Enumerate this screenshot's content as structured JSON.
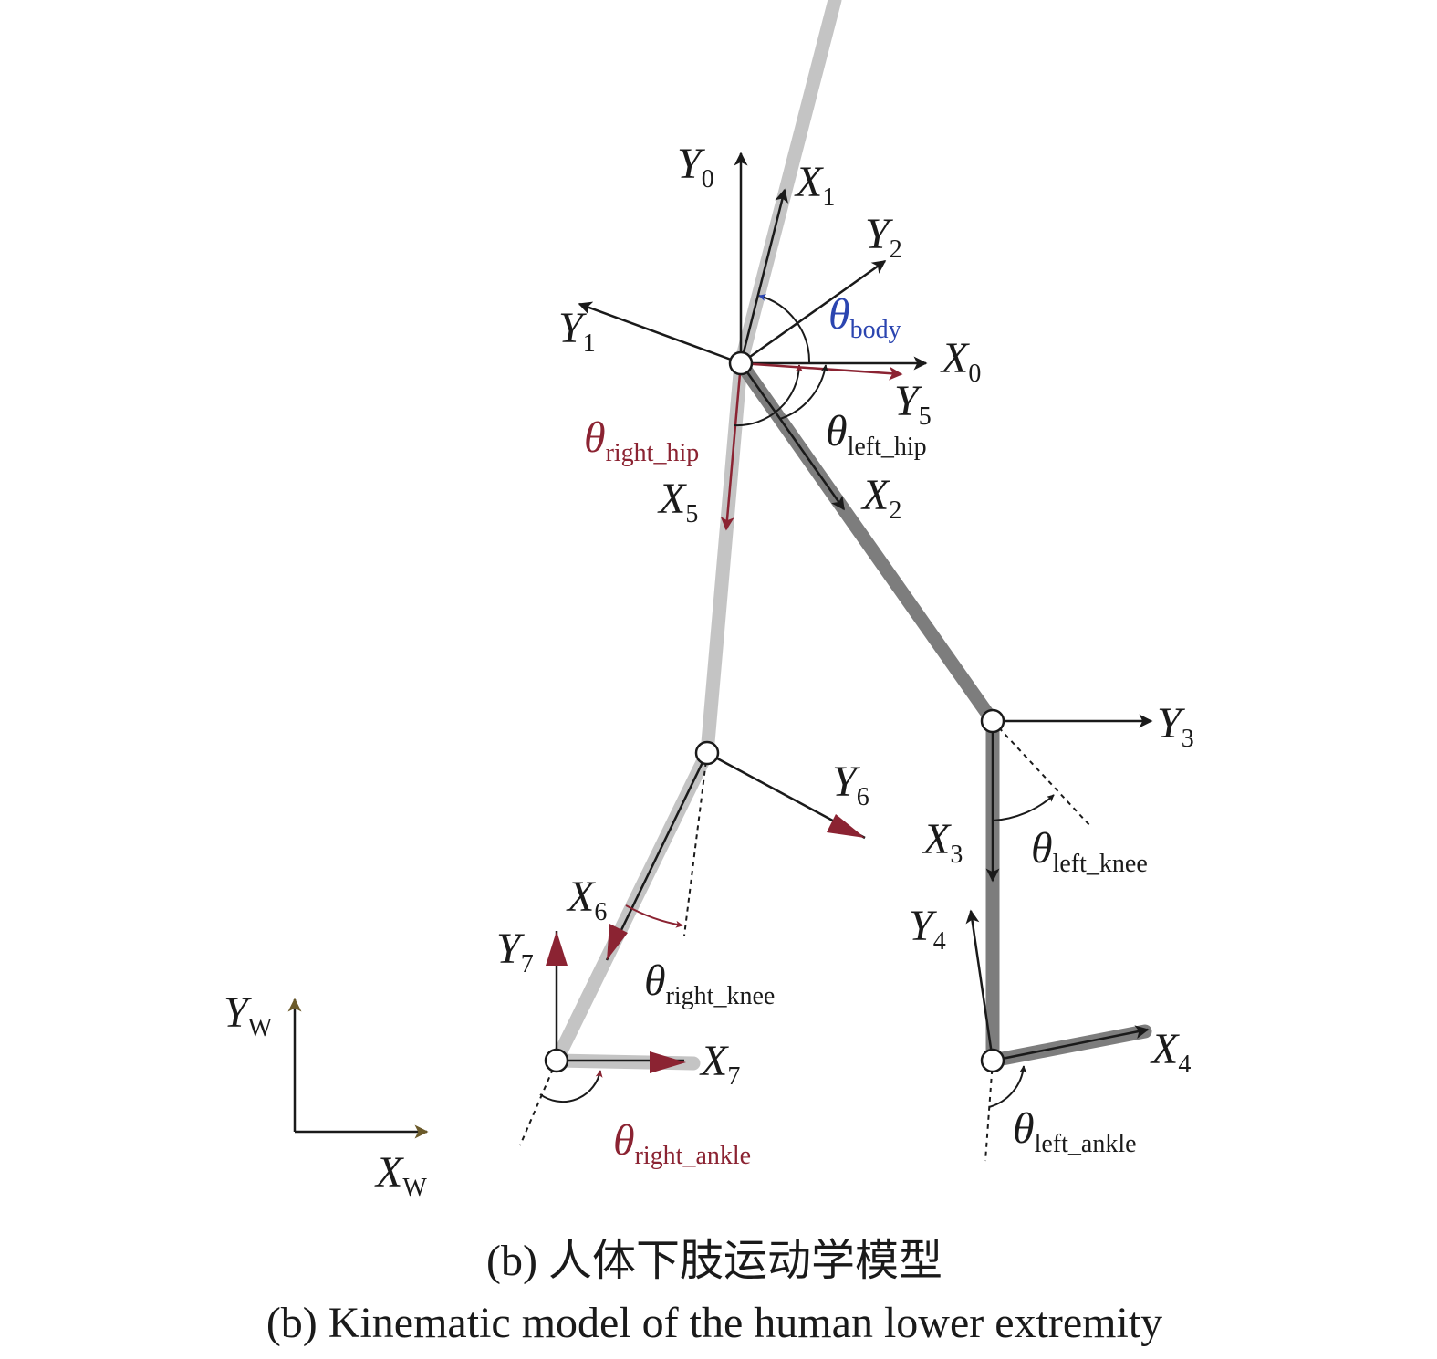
{
  "colors": {
    "axis_black": "#1a1a1a",
    "axis_red": "#8b2332",
    "axis_blue": "#2b45b0",
    "world_axis": "#6b5a2a",
    "segment_light": "#c4c4c4",
    "segment_dark": "#7d7d7d",
    "joint_fill": "#ffffff"
  },
  "labels": {
    "Y0": {
      "base": "Y",
      "sub": "0"
    },
    "X1": {
      "base": "X",
      "sub": "1"
    },
    "Y2": {
      "base": "Y",
      "sub": "2"
    },
    "Y1": {
      "base": "Y",
      "sub": "1"
    },
    "X0": {
      "base": "X",
      "sub": "0"
    },
    "Y5": {
      "base": "Y",
      "sub": "5"
    },
    "X5": {
      "base": "X",
      "sub": "5"
    },
    "X2": {
      "base": "X",
      "sub": "2"
    },
    "Y3": {
      "base": "Y",
      "sub": "3"
    },
    "X3": {
      "base": "X",
      "sub": "3"
    },
    "Y6": {
      "base": "Y",
      "sub": "6"
    },
    "X6": {
      "base": "X",
      "sub": "6"
    },
    "Y7": {
      "base": "Y",
      "sub": "7"
    },
    "X7": {
      "base": "X",
      "sub": "7"
    },
    "Y4": {
      "base": "Y",
      "sub": "4"
    },
    "X4": {
      "base": "X",
      "sub": "4"
    },
    "YW": {
      "base": "Y",
      "sub": "W"
    },
    "XW": {
      "base": "X",
      "sub": "W"
    }
  },
  "angles": {
    "body": {
      "symbol": "θ",
      "sub": "body"
    },
    "right_hip": {
      "symbol": "θ",
      "sub": "right_hip"
    },
    "left_hip": {
      "symbol": "θ",
      "sub": "left_hip"
    },
    "left_knee": {
      "symbol": "θ",
      "sub": "left_knee"
    },
    "right_knee": {
      "symbol": "θ",
      "sub": "right_knee"
    },
    "right_ankle": {
      "symbol": "θ",
      "sub": "right_ankle"
    },
    "left_ankle": {
      "symbol": "θ",
      "sub": "left_ankle"
    }
  },
  "caption": {
    "line1": "(b) 人体下肢运动学模型",
    "line2": "(b) Kinematic model of the human lower extremity"
  }
}
